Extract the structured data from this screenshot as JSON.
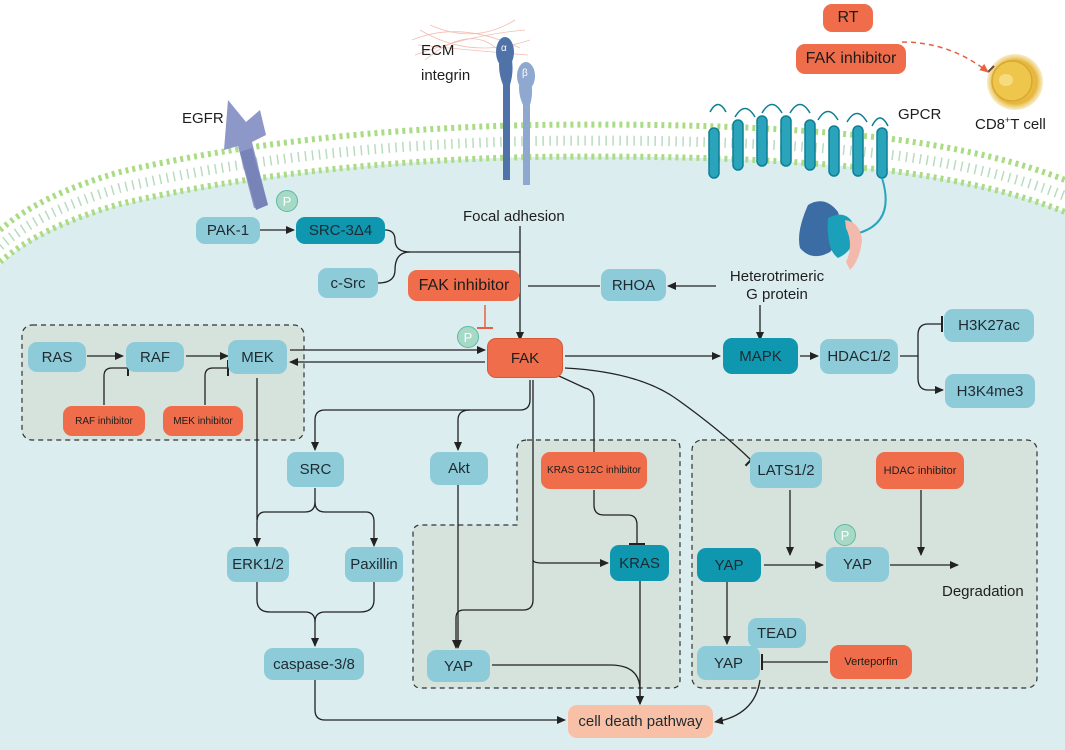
{
  "labels": {
    "ecm": "ECM",
    "integrin": "integrin",
    "alpha": "α",
    "beta": "β",
    "egfr": "EGFR",
    "gpcr": "GPCR",
    "cd8_pre": "CD8",
    "cd8_sup": "+",
    "cd8_post": "T cell",
    "focal_adhesion": "Focal adhesion",
    "hetero_line1": "Heterotrimeric",
    "hetero_line2": "G protein",
    "degradation": "Degradation",
    "p": "P"
  },
  "nodes": {
    "rt": "RT",
    "fak_inhibitor_top": "FAK inhibitor",
    "pak1": "PAK-1",
    "src3d4": "SRC-3Δ4",
    "csrc": "c-Src",
    "fak_inhibitor": "FAK inhibitor",
    "rhoa": "RHOA",
    "ras": "RAS",
    "raf": "RAF",
    "mek": "MEK",
    "raf_inhibitor": "RAF inhibitor",
    "mek_inhibitor": "MEK inhibitor",
    "fak": "FAK",
    "mapk": "MAPK",
    "hdac12": "HDAC1/2",
    "h3k27ac": "H3K27ac",
    "h3k4me3": "H3K4me3",
    "src": "SRC",
    "akt": "Akt",
    "kras_g12c_inhibitor": "KRAS G12C inhibitor",
    "lats12": "LATS1/2",
    "hdac_inhibitor": "HDAC inhibitor",
    "erk12": "ERK1/2",
    "paxillin": "Paxillin",
    "kras": "KRAS",
    "yap_a": "YAP",
    "yap_p": "YAP",
    "caspase": "caspase-3/8",
    "yap_b": "YAP",
    "tead": "TEAD",
    "yap_c": "YAP",
    "verteporfin": "Verteporfin",
    "cell_death": "cell death pathway"
  },
  "colors": {
    "node_light": "#8ecbd9",
    "node_dark": "#0f97b0",
    "inhibitor": "#ef6d4a",
    "cell_death": "#f8c0a6",
    "cytoplasm": "#dcedf0",
    "dashed_box": "#d6e3dc"
  }
}
